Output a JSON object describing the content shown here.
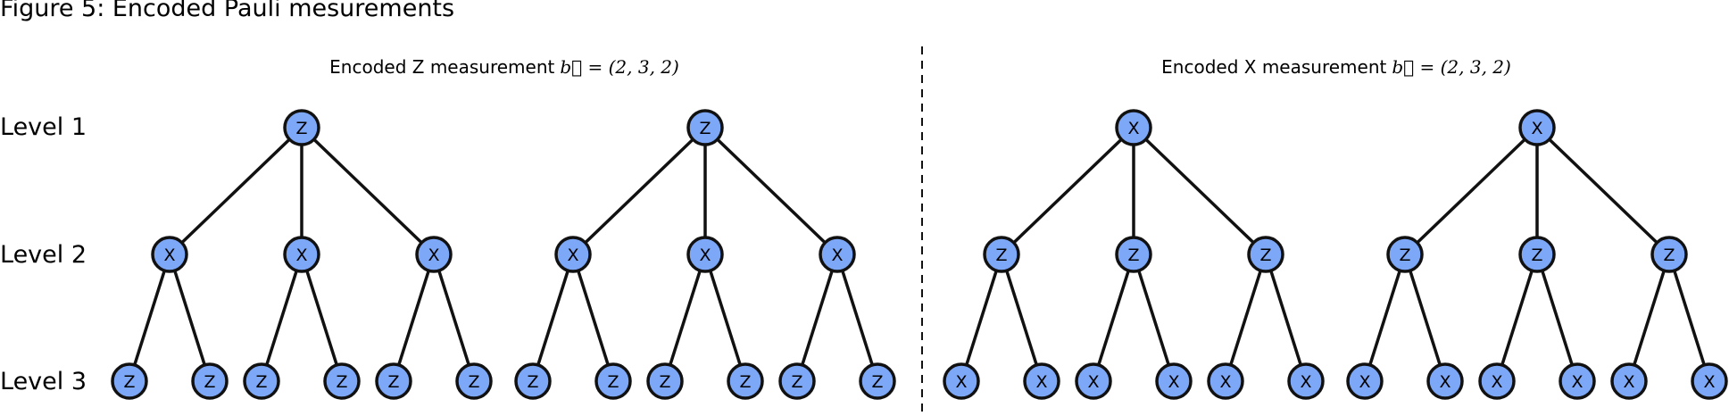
{
  "figure": {
    "title": "Figure 5: Encoded Pauli mesurements"
  },
  "levels": [
    "Level 1",
    "Level 2",
    "Level 3"
  ],
  "panels": [
    {
      "title": "Encoded Z measurement",
      "vector_expr": "b⃗ = (2, 3, 2)",
      "trees": [
        {
          "root": "Z",
          "children": [
            {
              "label": "X",
              "children": [
                "Z",
                "Z"
              ]
            },
            {
              "label": "X",
              "children": [
                "Z",
                "Z"
              ]
            },
            {
              "label": "X",
              "children": [
                "Z",
                "Z"
              ]
            }
          ]
        },
        {
          "root": "Z",
          "children": [
            {
              "label": "X",
              "children": [
                "Z",
                "Z"
              ]
            },
            {
              "label": "X",
              "children": [
                "Z",
                "Z"
              ]
            },
            {
              "label": "X",
              "children": [
                "Z",
                "Z"
              ]
            }
          ]
        }
      ]
    },
    {
      "title": "Encoded X measurement",
      "vector_expr": "b⃗ = (2, 3, 2)",
      "trees": [
        {
          "root": "X",
          "children": [
            {
              "label": "Z",
              "children": [
                "X",
                "X"
              ]
            },
            {
              "label": "Z",
              "children": [
                "X",
                "X"
              ]
            },
            {
              "label": "Z",
              "children": [
                "X",
                "X"
              ]
            }
          ]
        },
        {
          "root": "X",
          "children": [
            {
              "label": "Z",
              "children": [
                "X",
                "X"
              ]
            },
            {
              "label": "Z",
              "children": [
                "X",
                "X"
              ]
            },
            {
              "label": "Z",
              "children": [
                "X",
                "X"
              ]
            }
          ]
        }
      ]
    }
  ],
  "colors": {
    "node_fill": "#7DA7F7",
    "node_stroke": "#111111",
    "edge": "#111111",
    "divider": "#111111",
    "text": "#000000"
  }
}
